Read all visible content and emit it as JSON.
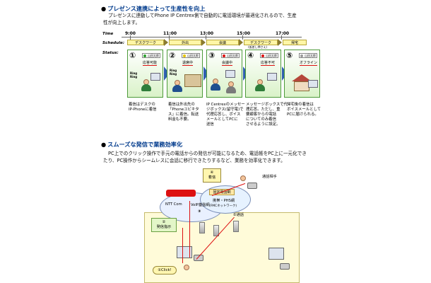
{
  "section1": {
    "bullet": "●",
    "title": "プレゼンス連携によって生産性を向上",
    "para_line1": "プレゼンスに連動してPhone IP Centrex側で自動的に電話環境が最適化されるので、生産",
    "para_line2": "性が向上します。"
  },
  "timeline": {
    "row_time": "Time",
    "row_schedule": "Schedule:",
    "row_status": "Status:",
    "times": [
      "9:00",
      "11:00",
      "13:00",
      "15:00",
      "17:00"
    ],
    "schedule_bands": [
      "デスクワーク",
      "外出",
      "会議",
      "デスクワーク",
      "帰宅"
    ],
    "schedule_sub": "(仮差し押さえ)"
  },
  "statuses": [
    {
      "num": "①",
      "user": "山田太郎",
      "state": "応答可能",
      "ring": "Ring\nRing",
      "caption": [
        "着信はデスクの",
        "IP-Phoneに着信"
      ]
    },
    {
      "num": "②",
      "user": "山田太郎",
      "state": "退席中",
      "ring": "Ring\nRing",
      "caption": [
        "着信は外出先の",
        "「Phoneユビキタ",
        "ス」に着信。転送",
        "料金も不要。"
      ]
    },
    {
      "num": "③",
      "user": "山田太郎",
      "state": "会議中",
      "ring": "",
      "caption": [
        "IP Centrexのメッセー",
        "ジボックス(留守電)で",
        "代理応答し、ボイス",
        "メールとしてPCに",
        "送信"
      ]
    },
    {
      "num": "④",
      "user": "山田太郎",
      "state": "応答不可",
      "ring": "",
      "caption": [
        "メッセージボックスで代",
        "理応答。ただし、重",
        "要顧客からの電話",
        "についてのみ着信",
        "させるように設定。"
      ]
    },
    {
      "num": "⑤",
      "user": "山田太郎",
      "state": "オフライン",
      "ring": "",
      "caption": [
        "帰宅後の着信は",
        "ボイスメールとして",
        "PCに届けられる。"
      ]
    }
  ],
  "section2": {
    "bullet": "●",
    "title": "スムーズな発信で業務効率化",
    "para_line1": "PC上でのクリック操作で手元の電話からの発信が可能になるため、電話帳をPC上に一元化でき",
    "para_line2": "たり、PC操作からシームレスに会話に移行できたりするなど、業務を効率化できます。"
  },
  "diagram": {
    "callout4_num": "④",
    "callout4_text": "着信",
    "call_partner": "通話相手",
    "fixed_phone_net": "固定電話網",
    "mobile_net_line1": "携帯・PHS網",
    "mobile_net_line2": "(FMCネットワーク)",
    "ntt_label": "NTT Com",
    "voip_label": "VoIP基盤網",
    "step3_text": "③",
    "step5_text": "⑤通話",
    "callout2_num": "②",
    "callout2_text": "発信指示",
    "callout1_text": "①Click!"
  },
  "colors": {
    "heading": "#003a8c",
    "status_border": "#4d9a3a",
    "arrow": "#2e5fae",
    "band": "#fff6a6",
    "red_line": "#dd1111"
  }
}
